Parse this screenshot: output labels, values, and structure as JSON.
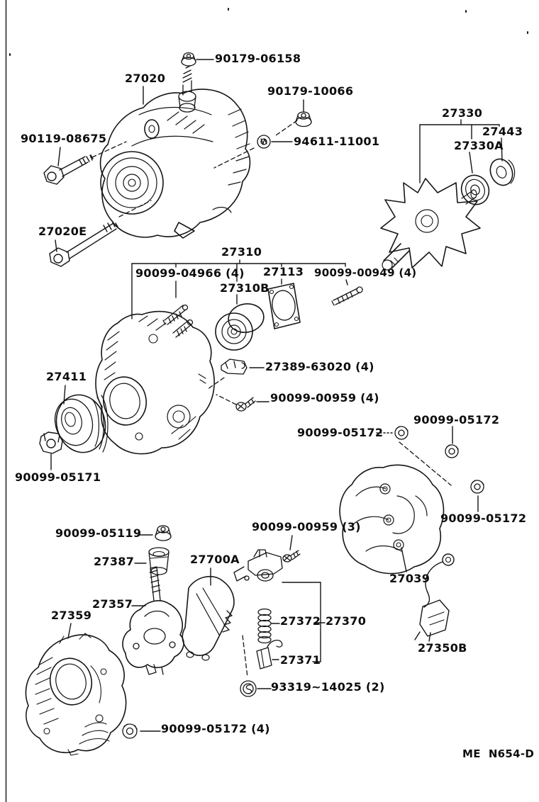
{
  "colors": {
    "ink": "#151515",
    "background": "#ffffff"
  },
  "labels": {
    "nut_90179_06158": "90179-06158",
    "alternator_27020": "27020",
    "nut_90179_10066": "90179-10066",
    "washer_94611_11001": "94611-11001",
    "bolt_90119_08675": "90119-08675",
    "bolt_27020E": "27020E",
    "rotor_27330": "27330",
    "cover_27443": "27443",
    "bearing_27330A": "27330A",
    "frame_27310": "27310",
    "stud_90099_04966": "90099-04966 (4)",
    "plate_27113": "27113",
    "stud_90099_00949": "90099-00949 (4)",
    "bearing_27310B": "27310B",
    "terminal_27389_63020": "27389-63020 (4)",
    "screw_90099_00959_x4": "90099-00959 (4)",
    "pulley_27411": "27411",
    "nut_90099_05171": "90099-05171",
    "nut_90099_05172_a": "90099-05172",
    "nut_90099_05172_b": "90099-05172",
    "nut_90099_05172_c": "90099-05172",
    "cover_27039": "27039",
    "wire_27350B": "27350B",
    "screw_90099_00959_x3": "90099-00959 (3)",
    "nut_90099_05119": "90099-05119",
    "cover_27387": "27387",
    "insulator_27700A": "27700A",
    "rectifier_27357": "27357",
    "frame_27359": "27359",
    "spring_27372": "27372",
    "holder_27370": "27370",
    "brush_27371": "27371",
    "nut_93319_14025": "93319~14025 (2)",
    "nut_90099_05172_x4": "90099-05172 (4)",
    "plate_code": "ME  N654-D"
  }
}
